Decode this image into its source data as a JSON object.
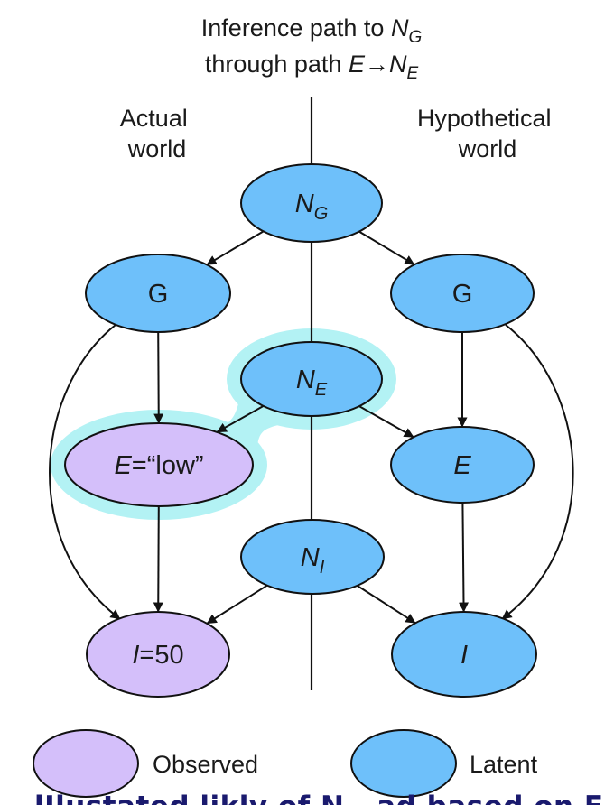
{
  "title": {
    "line1_prefix": "Inference path to ",
    "line1_var": "N",
    "line1_sub": "G",
    "line2_prefix": "through path ",
    "line2_from": "E",
    "line2_arrow": "→",
    "line2_to": "N",
    "line2_sub": "E"
  },
  "panels": {
    "left": [
      "Actual",
      "world"
    ],
    "right": [
      "Hypothetical",
      "world"
    ]
  },
  "colors": {
    "latent": "#6ec0fa",
    "observed": "#d4bffa",
    "highlight": "#b3f2f4",
    "stroke": "#111111",
    "caption": "#1a1a6e"
  },
  "nodes": [
    {
      "id": "NG",
      "type": "latent",
      "main": "N",
      "sub": "G",
      "italic": true
    },
    {
      "id": "GL",
      "type": "latent",
      "main": "G",
      "sub": "",
      "italic": false
    },
    {
      "id": "GR",
      "type": "latent",
      "main": "G",
      "sub": "",
      "italic": false
    },
    {
      "id": "NE",
      "type": "latent",
      "main": "N",
      "sub": "E",
      "italic": true
    },
    {
      "id": "EL",
      "type": "observed",
      "main": "E",
      "rest": "=“low”",
      "italic": true
    },
    {
      "id": "ER",
      "type": "latent",
      "main": "E",
      "sub": "",
      "italic": true
    },
    {
      "id": "NI",
      "type": "latent",
      "main": "N",
      "sub": "I",
      "italic": true
    },
    {
      "id": "IL",
      "type": "observed",
      "main": "I",
      "rest": "=50",
      "italic": true
    },
    {
      "id": "IR",
      "type": "latent",
      "main": "I",
      "sub": "",
      "italic": true
    }
  ],
  "edges": [
    {
      "from": "NG",
      "to": "GL"
    },
    {
      "from": "NG",
      "to": "GR"
    },
    {
      "from": "GL",
      "to": "EL"
    },
    {
      "from": "GR",
      "to": "ER"
    },
    {
      "from": "NE",
      "to": "EL"
    },
    {
      "from": "NE",
      "to": "ER"
    },
    {
      "from": "EL",
      "to": "IL"
    },
    {
      "from": "ER",
      "to": "IR"
    },
    {
      "from": "NI",
      "to": "IL"
    },
    {
      "from": "NI",
      "to": "IR"
    },
    {
      "from": "GL",
      "to": "IL",
      "curved": true
    },
    {
      "from": "GR",
      "to": "IR",
      "curved": true
    }
  ],
  "highlighted_path": [
    "EL",
    "NE"
  ],
  "legend": {
    "observed_label": "Observed",
    "latent_label": "Latent"
  },
  "caption": {
    "text": "lIlustated likly of N..  ad based on E,.b"
  }
}
